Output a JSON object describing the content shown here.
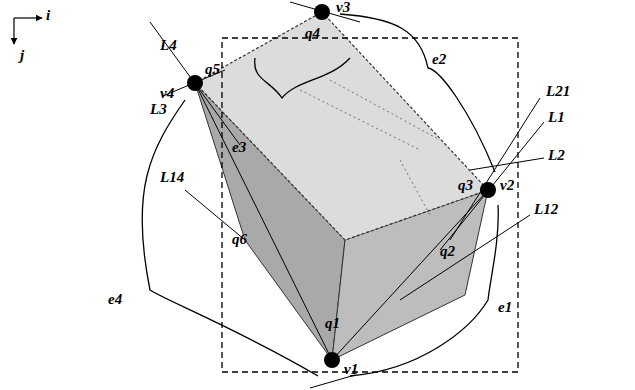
{
  "diagram": {
    "labels": [
      "i",
      "j",
      "v4",
      "q5",
      "L4",
      "L3",
      "v3",
      "q4",
      "e3",
      "e2",
      "L21",
      "L1",
      "v2",
      "q3",
      "L2",
      "L12",
      "q2",
      "q1",
      "v1",
      "e1",
      "L14",
      "q6",
      "e4"
    ]
  }
}
